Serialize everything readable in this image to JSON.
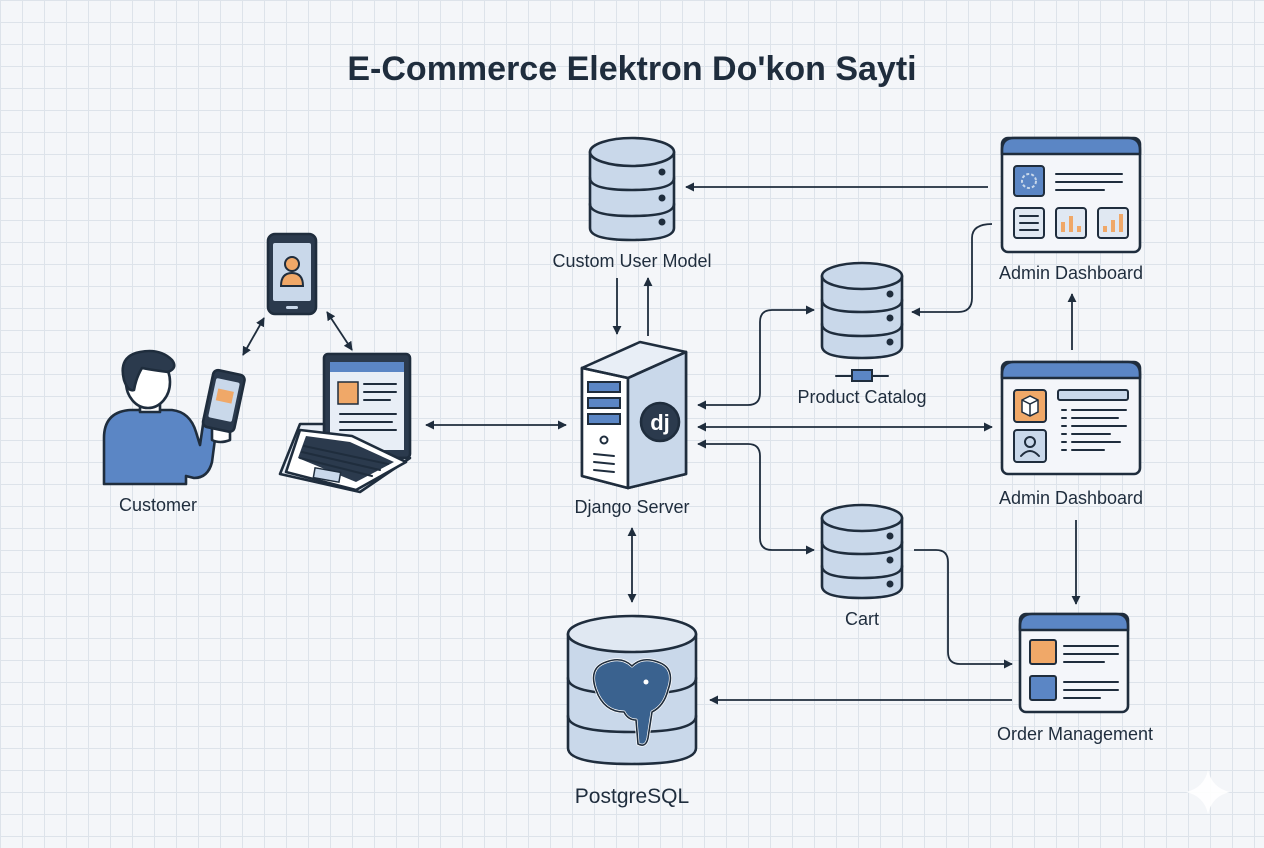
{
  "title": "E-Commerce Elektron Do'kon Sayti",
  "nodes": {
    "customer": "Customer",
    "custom_user_model": "Custom User Model",
    "django_server": "Django Server",
    "product_catalog": "Product Catalog",
    "cart": "Cart",
    "postgresql": "PostgreSQL",
    "admin_dashboard_top": "Admin Dashboard",
    "admin_dashboard_mid": "Admin Dashboard",
    "order_management": "Order Management"
  },
  "icons": {
    "django_logo": "dj"
  },
  "colors": {
    "outline": "#1f2d3d",
    "blue_fill": "#c9d8ea",
    "blue_accent": "#5b86c5",
    "orange_accent": "#f0a868",
    "window_bg": "#f4f6fa",
    "grid": "#dde3ea"
  }
}
